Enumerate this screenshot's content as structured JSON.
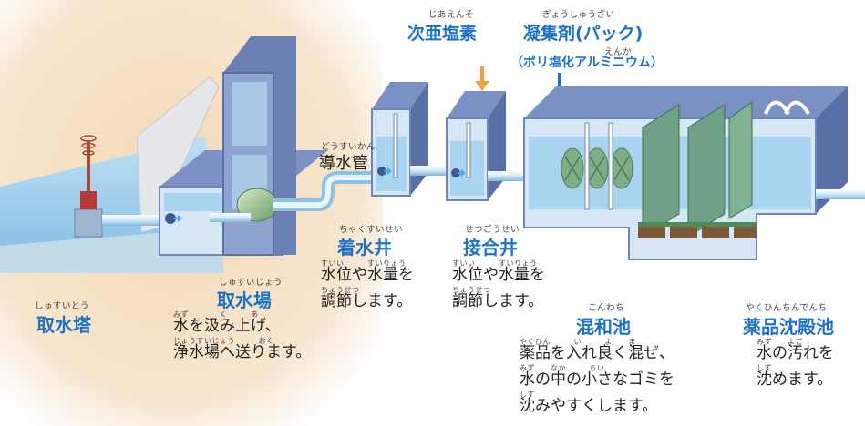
{
  "chemicals": {
    "hypochlorite_ruby": "じあえんそ",
    "hypochlorite_name": "次亜塩素",
    "coagulant_ruby": "ぎょうしゅうざい",
    "coagulant_name": "凝集剤(パック)",
    "pac_ruby": "えんか",
    "pac_name": "（ポリ塩化アルミニウム）"
  },
  "conduit": {
    "ruby": "どうすいかん",
    "name": "導水管"
  },
  "stages": [
    {
      "ruby": "しゅすいとう",
      "name": "取水塔",
      "desc_ruby": [],
      "desc": []
    },
    {
      "ruby": "しゅすいじょう",
      "name": "取水場",
      "desc_ruby": [
        "みず　　　　く　　　あ",
        "じょうすいじょう　　　おく"
      ],
      "desc": [
        "水を汲み上げ、",
        "浄水場へ送ります。"
      ]
    },
    {
      "ruby": "ちゃくすいせい",
      "name": "着水井",
      "desc_ruby": [
        "すいい　　　すいりょう",
        "ちょうせつ"
      ],
      "desc": [
        "水位や水量を",
        "調節します。"
      ]
    },
    {
      "ruby": "せつごうせい",
      "name": "接合井",
      "desc_ruby": [
        "すいい　　　すいりょう",
        "ちょうせつ"
      ],
      "desc": [
        "水位や水量を",
        "調節します。"
      ]
    },
    {
      "ruby": "こんわち",
      "name": "混和池",
      "desc_ruby": [
        "やくひん　　　い　　　よ　　ま",
        "みず　　なか　　　ちい",
        "しず"
      ],
      "desc": [
        "薬品を入れ良く混ぜ、",
        "水の中の小さなゴミを",
        "沈みやすくします。"
      ]
    },
    {
      "ruby": "やくひんちんでんち",
      "name": "薬品沈殿池",
      "desc_ruby": [
        "みず　　よご",
        "しず"
      ],
      "desc": [
        "水の汚れを",
        "沈めます。"
      ]
    }
  ],
  "colors": {
    "title_blue": "#1f73c7",
    "arrow_orange": "#f2a23c",
    "arrow_blue": "#1f73c7",
    "water": "#a9d4ef",
    "tank_wall": "#6f86b8",
    "background_beige": "#f6e4cb"
  }
}
